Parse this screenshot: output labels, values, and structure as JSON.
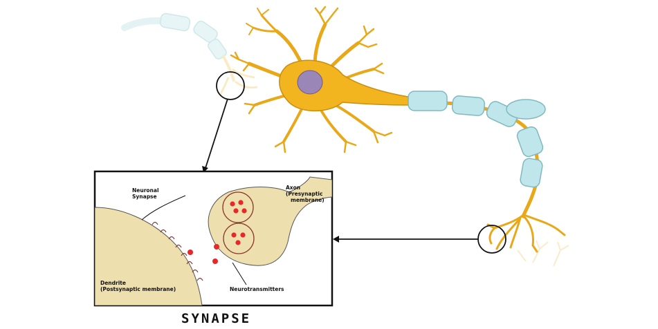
{
  "labels": {
    "neuronal_synapse_line1": "Neuronal",
    "neuronal_synapse_line2": "Synapse",
    "axon_line1": "Axon",
    "axon_line2": "(Presynaptic",
    "axon_line3": "membrane)",
    "dendrite_line1": "Dendrite",
    "dendrite_line2": "(Postsynaptic membrane)",
    "neurotransmitters": "Neurotransmitters",
    "title": "SYNAPSE"
  },
  "colors": {
    "neuron_body": "#f2b51f",
    "neuron_outline": "#b07c10",
    "nucleus": "#9b86b8",
    "myelin": "#bfe6ea",
    "myelin_outline": "#7fb9c0",
    "tissue": "#eedfae",
    "vesicle_dot": "#e8272a",
    "line": "#111111"
  }
}
